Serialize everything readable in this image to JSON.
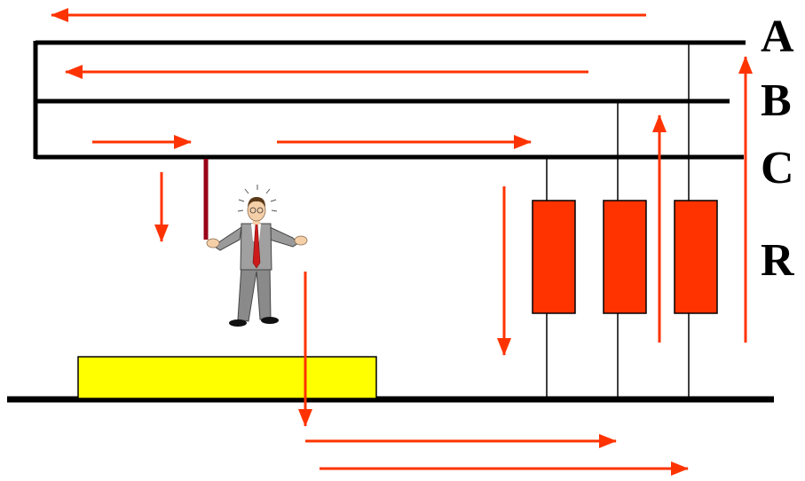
{
  "labels": {
    "bus_a": "A",
    "bus_b": "B",
    "bus_c": "C",
    "resistors": "R"
  },
  "colors": {
    "arrow": "#ff3300",
    "resistor_fill": "#ff3300",
    "load_fill": "#ffff00",
    "conductor": "#000000",
    "person_wire": "#99001a"
  },
  "icons": {
    "person": "confused-man-icon"
  }
}
